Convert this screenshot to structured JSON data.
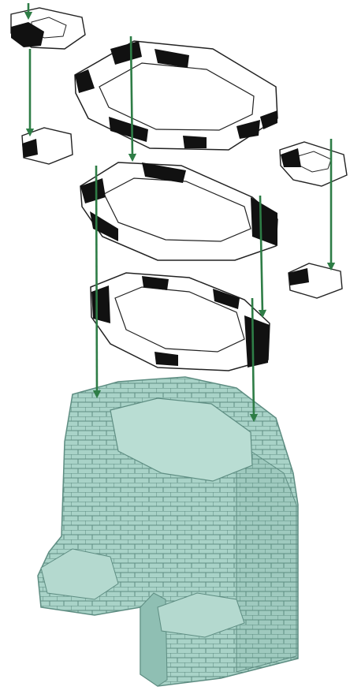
{
  "diagram": {
    "kind": "exploded-assembly",
    "description_visible": "",
    "colors": {
      "brick_white": "#ffffff",
      "brick_black": "#111111",
      "brick_outline": "#444444",
      "base_fill": "#a9d3c8",
      "base_line": "#5e8d82",
      "base_shadow": "#8fbfb3",
      "arrow": "#2e7d46"
    },
    "parts": [
      {
        "id": "small-ring-top-left",
        "colors": [
          "white",
          "black"
        ]
      },
      {
        "id": "small-piece-left",
        "colors": [
          "white",
          "black"
        ]
      },
      {
        "id": "large-ring-top",
        "colors": [
          "white",
          "black"
        ]
      },
      {
        "id": "large-ring-middle",
        "colors": [
          "white",
          "black"
        ]
      },
      {
        "id": "large-ring-lower",
        "colors": [
          "white",
          "black"
        ]
      },
      {
        "id": "small-ring-right",
        "colors": [
          "white",
          "black"
        ]
      },
      {
        "id": "small-piece-right",
        "colors": [
          "white",
          "black"
        ]
      },
      {
        "id": "assembled-base",
        "colors": [
          "mint"
        ]
      }
    ],
    "arrows": 7
  }
}
